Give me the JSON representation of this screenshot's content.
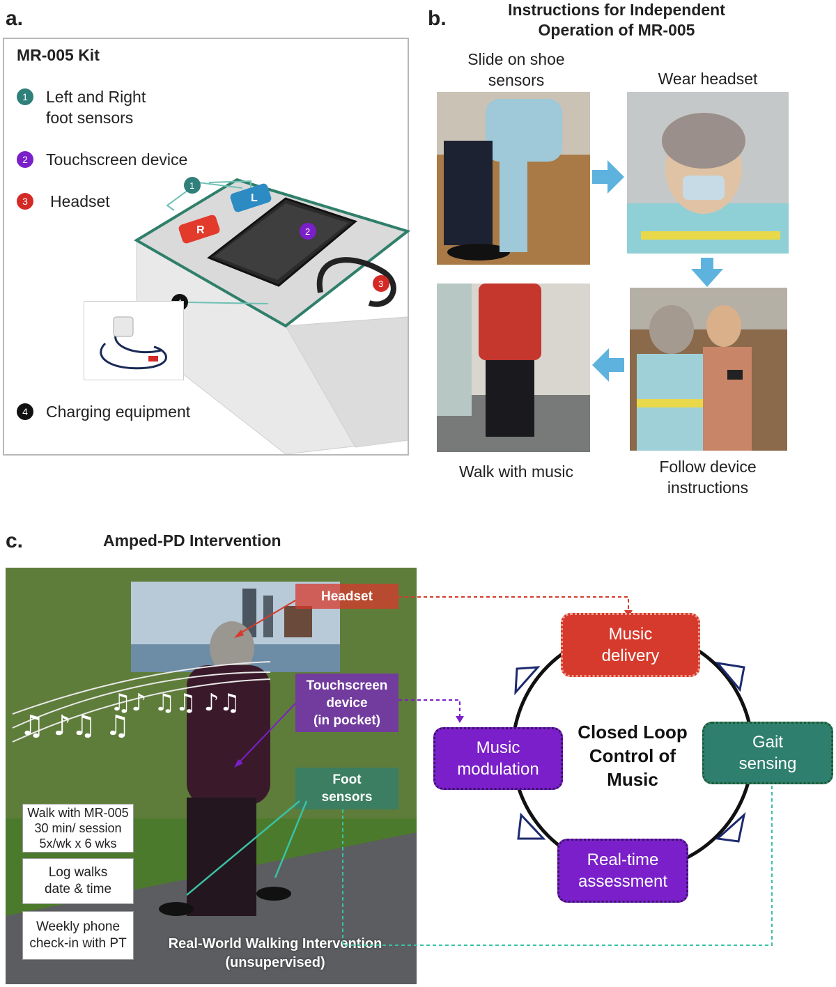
{
  "panel_a": {
    "letter": "a.",
    "kit_title": "MR-005 Kit",
    "legend": [
      {
        "num": "1",
        "label": "Left and Right\nfoot sensors",
        "color": "#2f7f7a"
      },
      {
        "num": "2",
        "label": "Touchscreen device",
        "color": "#7a1fc9"
      },
      {
        "num": "3",
        "label": "Headset",
        "color": "#d42a26"
      },
      {
        "num": "4",
        "label": "Charging equipment",
        "color": "#111111"
      }
    ],
    "sensor_left": "L",
    "sensor_right": "R"
  },
  "panel_b": {
    "letter": "b.",
    "title": "Instructions for Independent\nOperation of MR-005",
    "steps": [
      "Slide on shoe\nsensors",
      "Wear headset",
      "Follow device\ninstructions",
      "Walk with music"
    ],
    "arrow_color": "#5db3de"
  },
  "panel_c": {
    "letter": "c.",
    "title": "Amped-PD Intervention",
    "callouts": {
      "headset": "Headset",
      "touchscreen": "Touchscreen\ndevice\n(in pocket)",
      "foot_sensors": "Foot\nsensors"
    },
    "info_boxes": [
      "Walk with MR-005\n30 min/ session\n5x/wk x 6 wks",
      "Log walks\ndate & time",
      "Weekly phone\ncheck-in with PT"
    ],
    "photo_caption": "Real-World Walking Intervention\n(unsupervised)",
    "loop_center": "Closed Loop\nControl of\nMusic",
    "nodes": {
      "music_delivery": "Music\ndelivery",
      "gait_sensing": "Gait\nsensing",
      "realtime": "Real-time\nassessment",
      "modulation": "Music\nmodulation"
    },
    "colors": {
      "red": "#d63a2c",
      "teal": "#2f7f6f",
      "purple": "#7a1fc9"
    }
  }
}
